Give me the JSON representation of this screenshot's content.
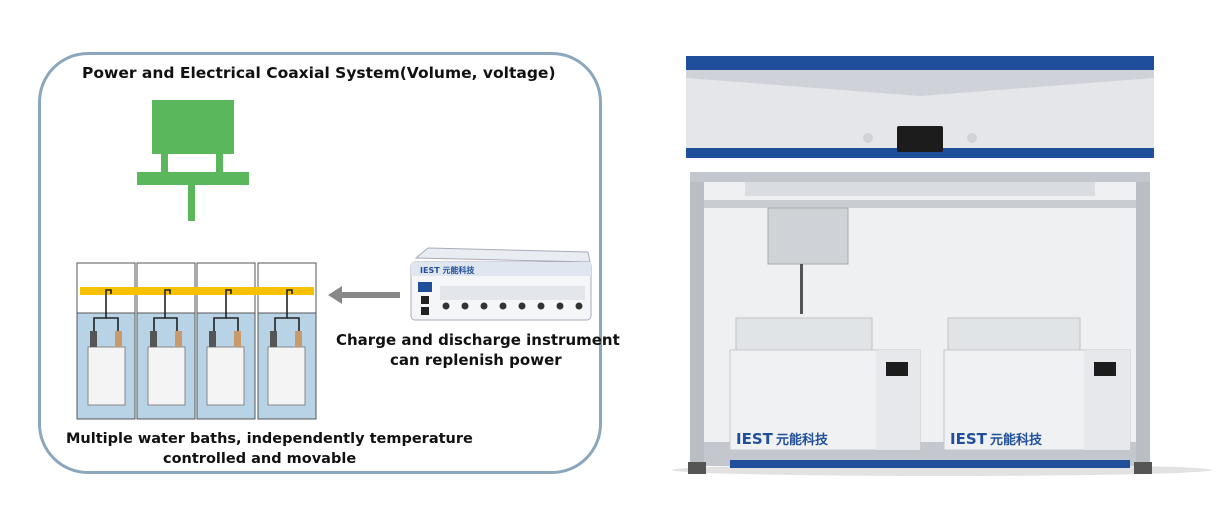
{
  "diagram": {
    "top_title": "Power and Electrical Coaxial System(Volume, voltage)",
    "instrument_caption_line1": "Charge and discharge instrument",
    "instrument_caption_line2": "can replenish power",
    "bath_caption_line1": "Multiple water baths, independently temperature",
    "bath_caption_line2": "controlled and movable",
    "instrument_brand": "IEST 元能科技",
    "machine_brand_left": "IEST",
    "machine_brand_left_cn": "元能科技",
    "machine_brand_right": "IEST",
    "machine_brand_right_cn": "元能科技",
    "colors": {
      "panel_border": "#8aa7bd",
      "power_symbol": "#5bb75c",
      "busbar": "#f5c100",
      "water": "#b8d2e6",
      "machine_blue": "#1f4f9a",
      "arrow": "#888888"
    },
    "bath_count": 4
  }
}
